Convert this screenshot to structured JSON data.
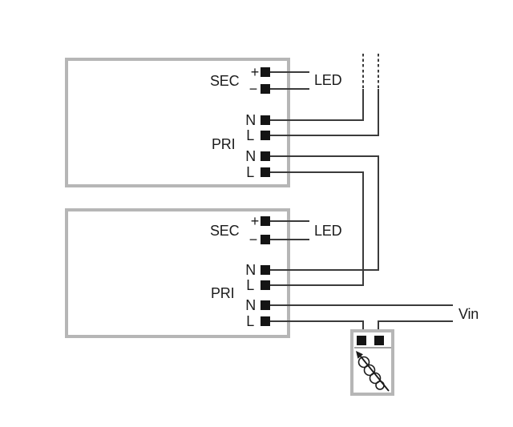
{
  "colors": {
    "background": "#ffffff",
    "wire": "#3b3b3b",
    "box_border": "#b6b6b6",
    "text": "#1b1b1b",
    "terminal": "#141414",
    "divider": "#a3a3a3"
  },
  "driver1": {
    "sec_label": "SEC",
    "pri_label": "PRI",
    "led_label": "LED",
    "terminals": {
      "plus": "+",
      "minus": "−",
      "n1": "N",
      "l1": "L",
      "n2": "N",
      "l2": "L"
    }
  },
  "driver2": {
    "sec_label": "SEC",
    "pri_label": "PRI",
    "led_label": "LED",
    "terminals": {
      "plus": "+",
      "minus": "−",
      "n1": "N",
      "l1": "L",
      "n2": "N",
      "l2": "L"
    }
  },
  "input": {
    "vin_label": "Vin"
  }
}
